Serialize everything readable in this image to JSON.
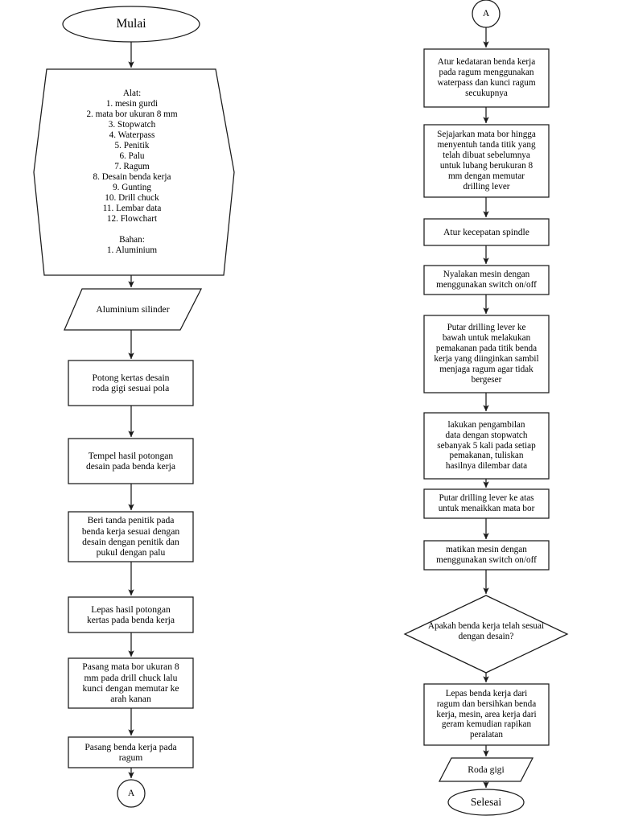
{
  "document": {
    "title": "Flowchart Proses Pengeboran Roda Gigi",
    "background_color": "#ffffff",
    "line_color": "#000000",
    "text_color": "#000000"
  },
  "left_column": {
    "start": {
      "shape": "terminator-ellipse",
      "label": "Mulai"
    },
    "materials": {
      "shape": "hexagon",
      "label": "Alat:\n1. mesin gurdi\n2. mata bor ukuran 8 mm\n3. Stopwatch\n4. Waterpass\n5. Penitik\n6. Palu\n7. Ragum\n8. Desain benda kerja\n9. Gunting\n10. Drill chuck\n11. Lembar data\n12. Flowchart\n\nBahan:\n1. Aluminium"
    },
    "input_material": {
      "shape": "parallelogram",
      "label": "Aluminium silinder"
    },
    "steps": [
      {
        "shape": "process",
        "label": "Potong kertas desain\nroda gigi sesuai pola"
      },
      {
        "shape": "process",
        "label": "Tempel hasil potongan\ndesain pada benda kerja"
      },
      {
        "shape": "process",
        "label": "Beri tanda penitik pada\nbenda kerja sesuai dengan\ndesain dengan penitik dan\npukul dengan palu"
      },
      {
        "shape": "process",
        "label": "Lepas hasil potongan\nkertas pada benda kerja"
      },
      {
        "shape": "process",
        "label": "Pasang mata bor ukuran 8\nmm pada drill chuck lalu\nkunci dengan memutar ke\narah kanan"
      },
      {
        "shape": "process",
        "label": "Pasang benda kerja pada\nragum"
      }
    ],
    "connector_out": {
      "shape": "connector-circle",
      "label": "A"
    }
  },
  "right_column": {
    "connector_in": {
      "shape": "connector-circle",
      "label": "A"
    },
    "steps": [
      {
        "shape": "process",
        "label": "Atur kedataran benda kerja\npada ragum menggunakan\nwaterpass dan kunci ragum\nsecukupnya"
      },
      {
        "shape": "process",
        "label": "Sejajarkan mata bor hingga\nmenyentuh tanda titik yang\ntelah dibuat sebelumnya\nuntuk lubang berukuran 8\nmm dengan memutar\ndrilling lever"
      },
      {
        "shape": "process",
        "label": "Atur kecepatan spindle"
      },
      {
        "shape": "process",
        "label": "Nyalakan mesin dengan\nmenggunakan switch on/off"
      },
      {
        "shape": "process",
        "label": "Putar drilling lever ke\nbawah untuk melakukan\npemakanan pada titik benda\nkerja yang diinginkan sambil\nmenjaga ragum agar tidak\nbergeser"
      },
      {
        "shape": "process",
        "label": "lakukan pengambilan\ndata dengan stopwatch\nsebanyak 5 kali pada setiap\npemakanan, tuliskan\nhasilnya dilembar data"
      },
      {
        "shape": "process",
        "label": "Putar drilling lever ke atas\nuntuk menaikkan mata bor"
      },
      {
        "shape": "process",
        "label": "matikan mesin dengan\nmenggunakan switch on/off"
      }
    ],
    "decision": {
      "shape": "diamond",
      "label": "Apakah benda kerja telah sesuai\ndengan desain?"
    },
    "cleanup": {
      "shape": "process",
      "label": "Lepas benda kerja dari\nragum dan bersihkan benda\nkerja, mesin, area kerja dari\ngeram kemudian rapikan\nperalatan"
    },
    "output": {
      "shape": "parallelogram",
      "label": "Roda gigi"
    },
    "end": {
      "shape": "terminator-ellipse",
      "label": "Selesai"
    }
  }
}
